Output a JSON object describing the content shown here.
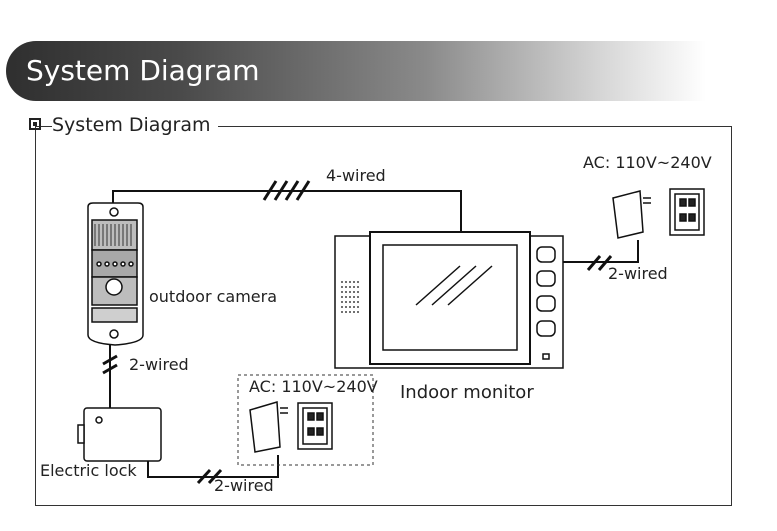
{
  "header": {
    "banner_title": "System Diagram",
    "section_title": "System Diagram"
  },
  "diagram": {
    "labels": {
      "four_wired": "4-wired",
      "two_wired_camera_lock": "2-wired",
      "two_wired_monitor_power": "2-wired",
      "two_wired_lock_power": "2-wired",
      "outdoor_camera": "outdoor camera",
      "indoor_monitor": "Indoor monitor",
      "electric_lock": "Electric lock",
      "ac_monitor": "AC: 110V~240V",
      "ac_lock": "AC: 110V~240V"
    }
  }
}
